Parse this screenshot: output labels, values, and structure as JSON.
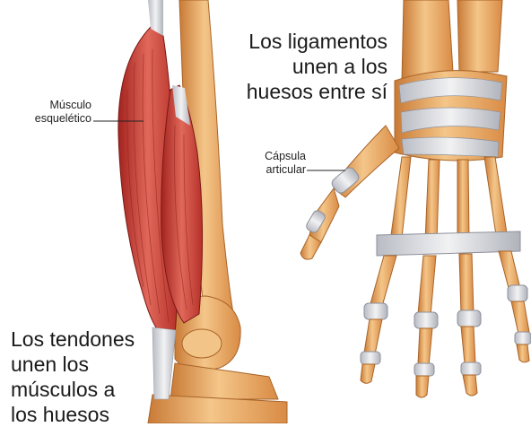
{
  "labels": {
    "muscle": [
      "Músculo",
      "esquelético"
    ],
    "capsule": [
      "Cápsula",
      "articular"
    ],
    "ligaments": [
      "Los ligamentos",
      "unen a los",
      "huesos entre sí"
    ],
    "tendons": [
      "Los tendones",
      "unen los",
      "músculos a",
      "los huesos"
    ]
  },
  "colors": {
    "muscle": "#c0352f",
    "muscle_light": "#e06a5c",
    "bone": "#e9a25a",
    "bone_light": "#f6cf93",
    "tendon": "#d8d8dc",
    "background": "#ffffff",
    "text": "#1a1a1a"
  }
}
